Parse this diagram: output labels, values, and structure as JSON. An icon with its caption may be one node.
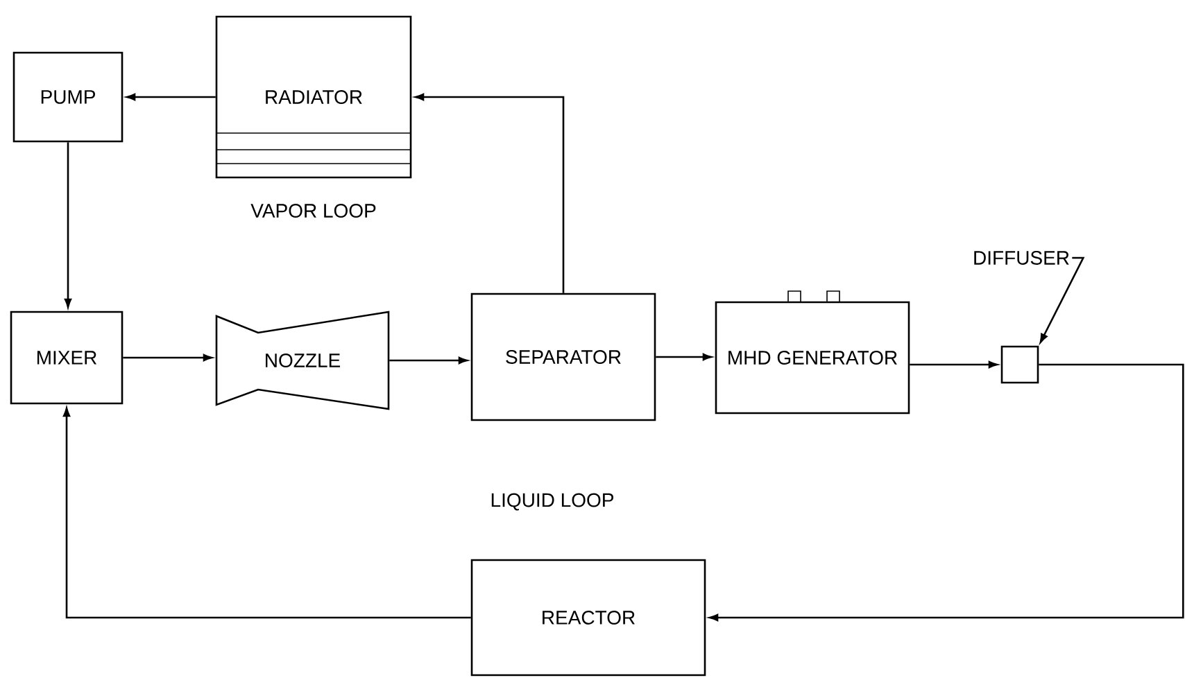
{
  "diagram": {
    "nodes": [
      {
        "text": [
          "PUMP"
        ]
      },
      {
        "text": [
          "RADIATOR"
        ]
      },
      {
        "text": [
          "MIXER"
        ]
      },
      {
        "text": [
          "NOZZLE"
        ]
      },
      {
        "text": [
          "SEPARATOR"
        ]
      },
      {
        "text": [
          "MHD GENERATOR"
        ]
      },
      {
        "text": [],
        "shape": "box"
      },
      {
        "text": [
          "DIFFUSER"
        ]
      },
      {
        "text": [
          "REACTOR"
        ]
      }
    ],
    "edges": [
      {
        "from": 1,
        "to": 0,
        "arrow": "to"
      },
      {
        "from": 4,
        "to": 1,
        "arrow": "to"
      },
      {
        "from": 0,
        "to": 2,
        "arrow": "to"
      },
      {
        "from": 2,
        "to": 3,
        "arrow": "to"
      },
      {
        "from": 3,
        "to": 4,
        "arrow": "to"
      },
      {
        "from": 4,
        "to": 5,
        "arrow": "to"
      },
      {
        "from": 5,
        "to": 6,
        "arrow": "to"
      },
      {
        "from": 6,
        "to": 8,
        "arrow": "to"
      },
      {
        "from": 8,
        "to": 2,
        "arrow": "to"
      },
      {
        "from": 7,
        "to": 6,
        "arrow": "to"
      }
    ],
    "labels": [
      "VAPOR LOOP",
      "LIQUID LOOP"
    ]
  }
}
